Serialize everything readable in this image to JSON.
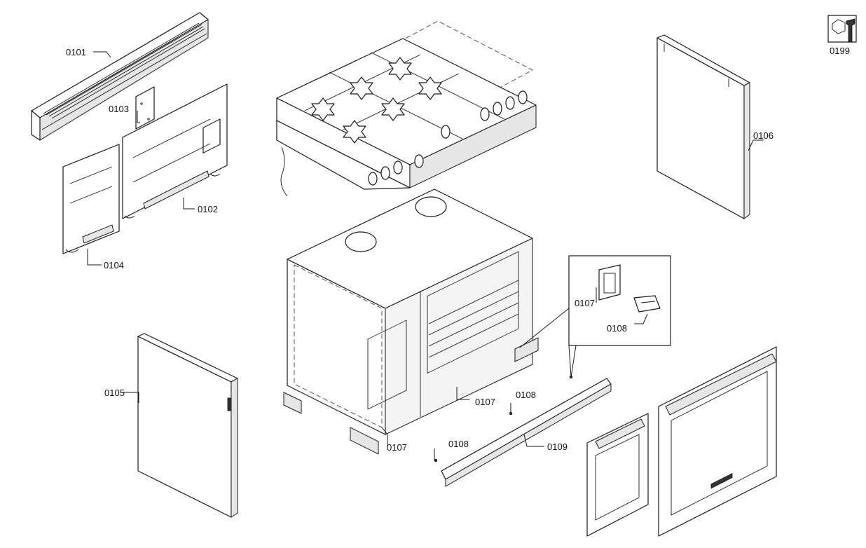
{
  "labels": {
    "p0101": "0101",
    "p0102": "0102",
    "p0103": "0103",
    "p0104": "0104",
    "p0105": "0105",
    "p0106": "0106",
    "p0107_inset": "0107",
    "p0108_inset": "0108",
    "p0107_mid": "0107",
    "p0107_low": "0107",
    "p0108_a": "0108",
    "p0108_b": "0108",
    "p0109": "0109",
    "p0199": "0199"
  },
  "icons": {
    "service_tools": "wrench-nut-icon"
  }
}
